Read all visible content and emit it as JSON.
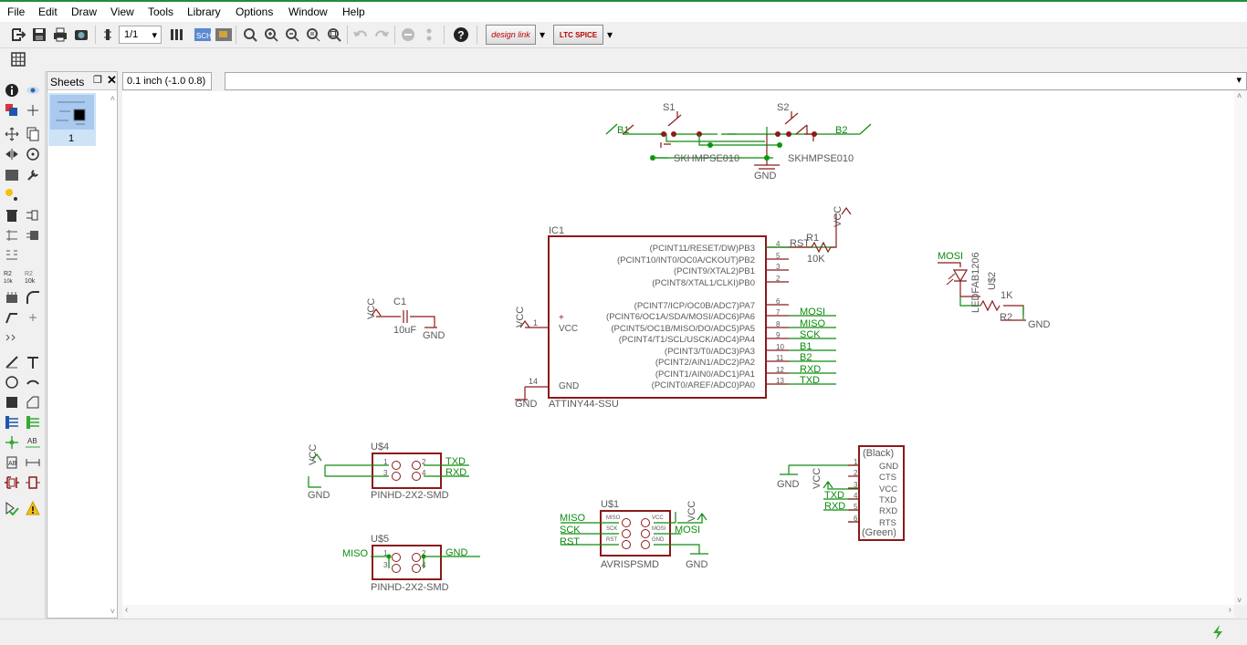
{
  "menu": [
    "File",
    "Edit",
    "Draw",
    "View",
    "Tools",
    "Library",
    "Options",
    "Window",
    "Help"
  ],
  "toolbar": {
    "sheet_select": "1/1",
    "designlink": "design link",
    "ltspice": "LTC SPICE"
  },
  "sheets": {
    "tab": "Sheets",
    "items": [
      "1"
    ]
  },
  "coord": "0.1 inch (-1.0 0.8)",
  "command": "",
  "schematic": {
    "switches": {
      "s1": "S1",
      "s2": "S2",
      "b1": "B1",
      "b2": "B2",
      "pkg1": "SKHMPSE010",
      "pkg2": "SKHMPSE010",
      "gnd": "GND"
    },
    "ic1": {
      "name": "IC1",
      "value": "ATTINY44-SSU",
      "vcc_net": "VCC",
      "gnd_net": "GND",
      "pin_vcc": "VCC",
      "pin_gnd": "GND",
      "plus": "+",
      "pin_vcc_num": "1",
      "pin_gnd_num": "14",
      "right_pins": [
        {
          "label": "(PCINT11/RESET/DW)PB3",
          "num": "4",
          "net": "RST"
        },
        {
          "label": "(PCINT10/INT0/OC0A/CKOUT)PB2",
          "num": "5",
          "net": ""
        },
        {
          "label": "(PCINT9/XTAL2)PB1",
          "num": "3",
          "net": ""
        },
        {
          "label": "(PCINT8/XTAL1/CLKI)PB0",
          "num": "2",
          "net": ""
        },
        {
          "label": "(PCINT7/ICP/OC0B/ADC7)PA7",
          "num": "6",
          "net": ""
        },
        {
          "label": "(PCINT6/OC1A/SDA/MOSI/ADC6)PA6",
          "num": "7",
          "net": "MOSI"
        },
        {
          "label": "(PCINT5/OC1B/MISO/DO/ADC5)PA5",
          "num": "8",
          "net": "MISO"
        },
        {
          "label": "(PCINT4/T1/SCL/USCK/ADC4)PA4",
          "num": "9",
          "net": "SCK"
        },
        {
          "label": "(PCINT3/T0/ADC3)PA3",
          "num": "10",
          "net": "B1"
        },
        {
          "label": "(PCINT2/AIN1/ADC2)PA2",
          "num": "11",
          "net": "B2"
        },
        {
          "label": "(PCINT1/AIN0/ADC1)PA1",
          "num": "12",
          "net": "RXD"
        },
        {
          "label": "(PCINT0/AREF/ADC0)PA0",
          "num": "13",
          "net": "TXD"
        }
      ]
    },
    "r1": {
      "name": "R1",
      "value": "10K",
      "net": "VCC"
    },
    "led": {
      "net": "MOSI",
      "name": "U$2",
      "part": "LEDFAB1206",
      "r2": "R2",
      "r2_value": "1K",
      "gnd": "GND"
    },
    "c1": {
      "name": "C1",
      "value": "10uF",
      "vcc": "VCC",
      "gnd": "GND"
    },
    "u4": {
      "name": "U$4",
      "part": "PINHD-2X2-SMD",
      "vcc": "VCC",
      "gnd": "GND",
      "txd": "TXD",
      "rxd": "RXD",
      "p1": "1",
      "p2": "2",
      "p3": "3",
      "p4": "4"
    },
    "u5": {
      "name": "U$5",
      "part": "PINHD-2X2-SMD",
      "miso": "MISO",
      "gnd": "GND",
      "p1": "1",
      "p2": "2",
      "p3": "3",
      "p4": "4"
    },
    "u1": {
      "name": "U$1",
      "part": "AVRISPSMD",
      "miso": "MISO",
      "sck": "SCK",
      "rst": "RST",
      "mosi": "MOSI",
      "vcc": "VCC",
      "gnd": "GND",
      "pins_left": [
        "MISO",
        "SCK",
        "RST"
      ],
      "pins_right": [
        "VCC",
        "MOSI",
        "GND"
      ]
    },
    "ftdi": {
      "top": "(Black)",
      "bottom": "(Green)",
      "pins": [
        "GND",
        "CTS",
        "VCC",
        "TXD",
        "RXD",
        "RTS"
      ],
      "nums": [
        "1",
        "2",
        "3",
        "4",
        "5",
        "6"
      ],
      "gnd": "GND",
      "vcc": "VCC",
      "txd": "TXD",
      "rxd": "RXD"
    }
  },
  "colors": {
    "wire": "#0e8a0e",
    "part": "#8b1a1a",
    "junction": "#0a9a0a",
    "text": "#5a5a5a",
    "accent": "#1f8f3a"
  }
}
